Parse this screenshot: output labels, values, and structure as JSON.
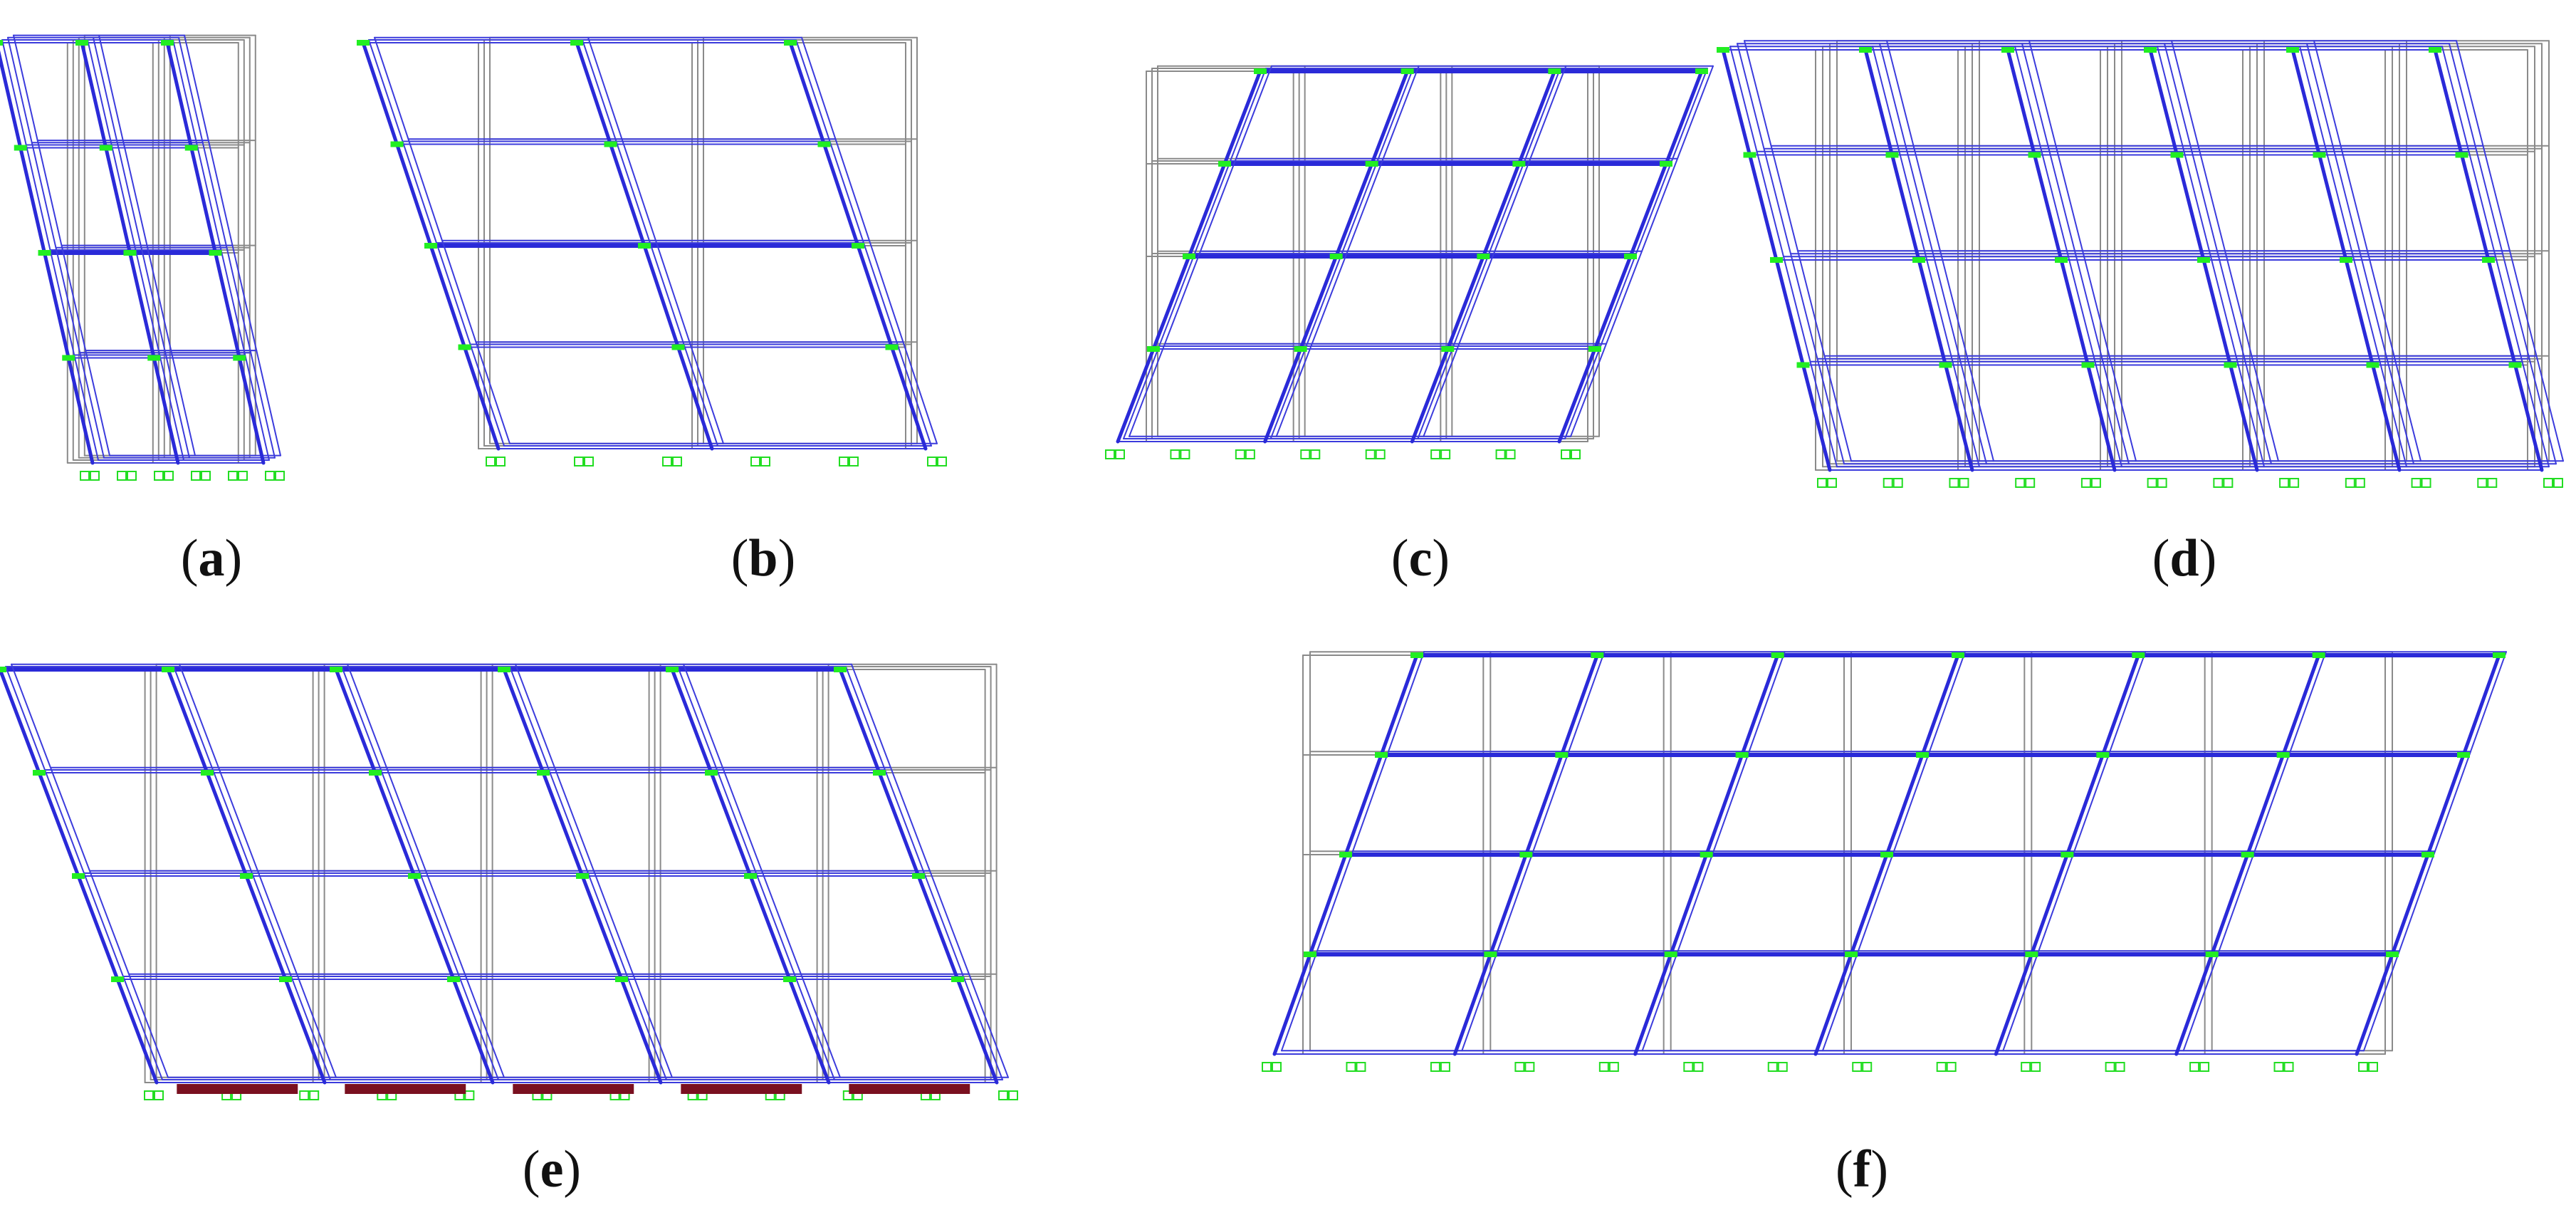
{
  "figure": {
    "panels": [
      {
        "id": "a",
        "label": "a",
        "bays": 2,
        "stories": 4,
        "drift": "left",
        "orientation": "3d-view",
        "thickbeams": [
          2
        ],
        "base_bars": false
      },
      {
        "id": "b",
        "label": "b",
        "bays": 2,
        "stories": 4,
        "drift": "left",
        "orientation": "3d-view",
        "thickbeams": [
          2
        ],
        "base_bars": false
      },
      {
        "id": "c",
        "label": "c",
        "bays": 3,
        "stories": 4,
        "drift": "right",
        "orientation": "3d-view",
        "thickbeams": [
          0,
          1,
          2
        ],
        "base_bars": false
      },
      {
        "id": "d",
        "label": "d",
        "bays": 5,
        "stories": 4,
        "drift": "left",
        "orientation": "3d-view",
        "thickbeams": [],
        "base_bars": false
      },
      {
        "id": "e",
        "label": "e",
        "bays": 5,
        "stories": 4,
        "drift": "left",
        "orientation": "3d-view",
        "thickbeams": [
          0
        ],
        "base_bars": true
      },
      {
        "id": "f",
        "label": "f",
        "bays": 6,
        "stories": 4,
        "drift": "right",
        "orientation": "elevation",
        "thickbeams": [
          0,
          1,
          2,
          3
        ],
        "base_bars": false
      }
    ],
    "colors": {
      "undeformed": "#8a8a8a",
      "deformed": "#3b3bdc",
      "deformed_thick": "#2a2ad8",
      "hinge": "#22ee22",
      "support": "#22dd22",
      "base_bar": "#7a1020"
    }
  }
}
